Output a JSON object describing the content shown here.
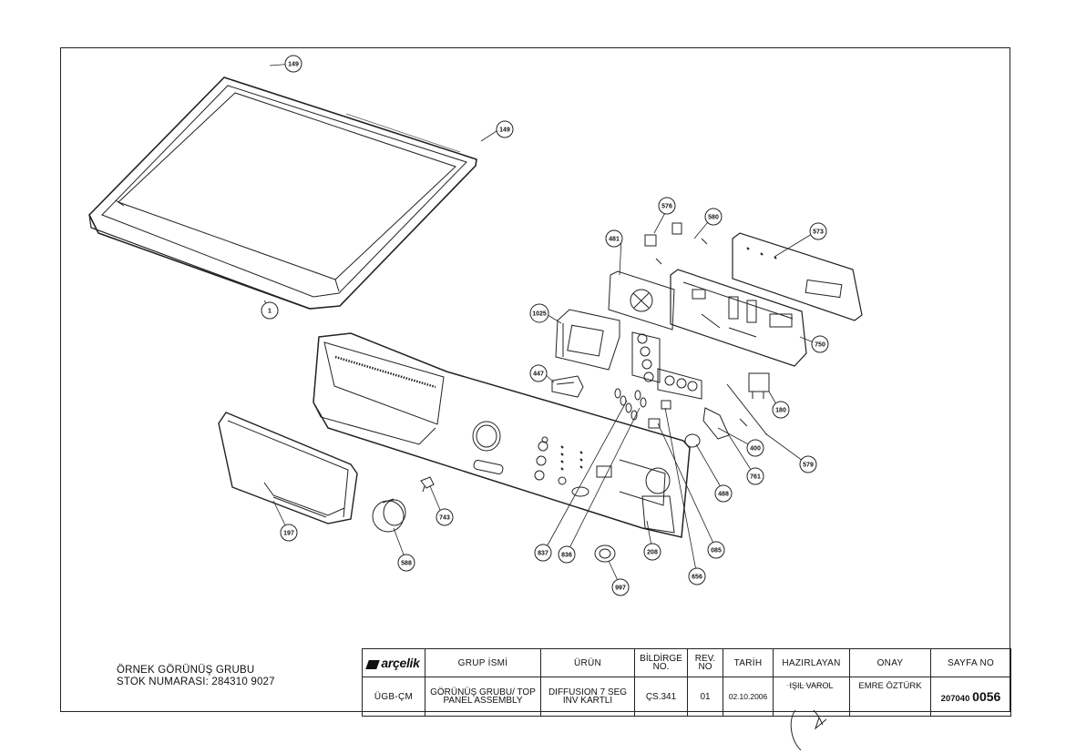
{
  "stock_info": {
    "line1": "ÖRNEK  GÖRÜNÜŞ GRUBU",
    "line2": "STOK NUMARASI: 284310 9027"
  },
  "title_block": {
    "logo_text": "arçelik",
    "headers": {
      "group_name": "GRUP İSMİ",
      "product": "ÜRÜN",
      "notice_no": "BİLDİRGE NO.",
      "rev_no": "REV. NO",
      "date": "TARİH",
      "prepared_by": "HAZIRLAYAN",
      "approval": "ONAY",
      "page_no": "SAYFA NO"
    },
    "values": {
      "code": "ÜGB-ÇM",
      "group_name": "GÖRÜNÜŞ GRUBU/ TOP PANEL ASSEMBLY",
      "product": "DIFFUSION 7 SEG INV KARTLI",
      "notice_no": "ÇS.341",
      "rev_no": "01",
      "date": "02.10.2006",
      "prepared_by": "IŞIL VAROL",
      "approval": "EMRE ÖZTÜRK",
      "page_prefix": "207040",
      "page_number": "0056"
    }
  },
  "callouts": [
    "149",
    "149",
    "1",
    "576",
    "580",
    "481",
    "573",
    "1025",
    "447",
    "750",
    "180",
    "400",
    "579",
    "761",
    "488",
    "197",
    "743",
    "588",
    "837",
    "836",
    "208",
    "656",
    "085",
    "997"
  ]
}
